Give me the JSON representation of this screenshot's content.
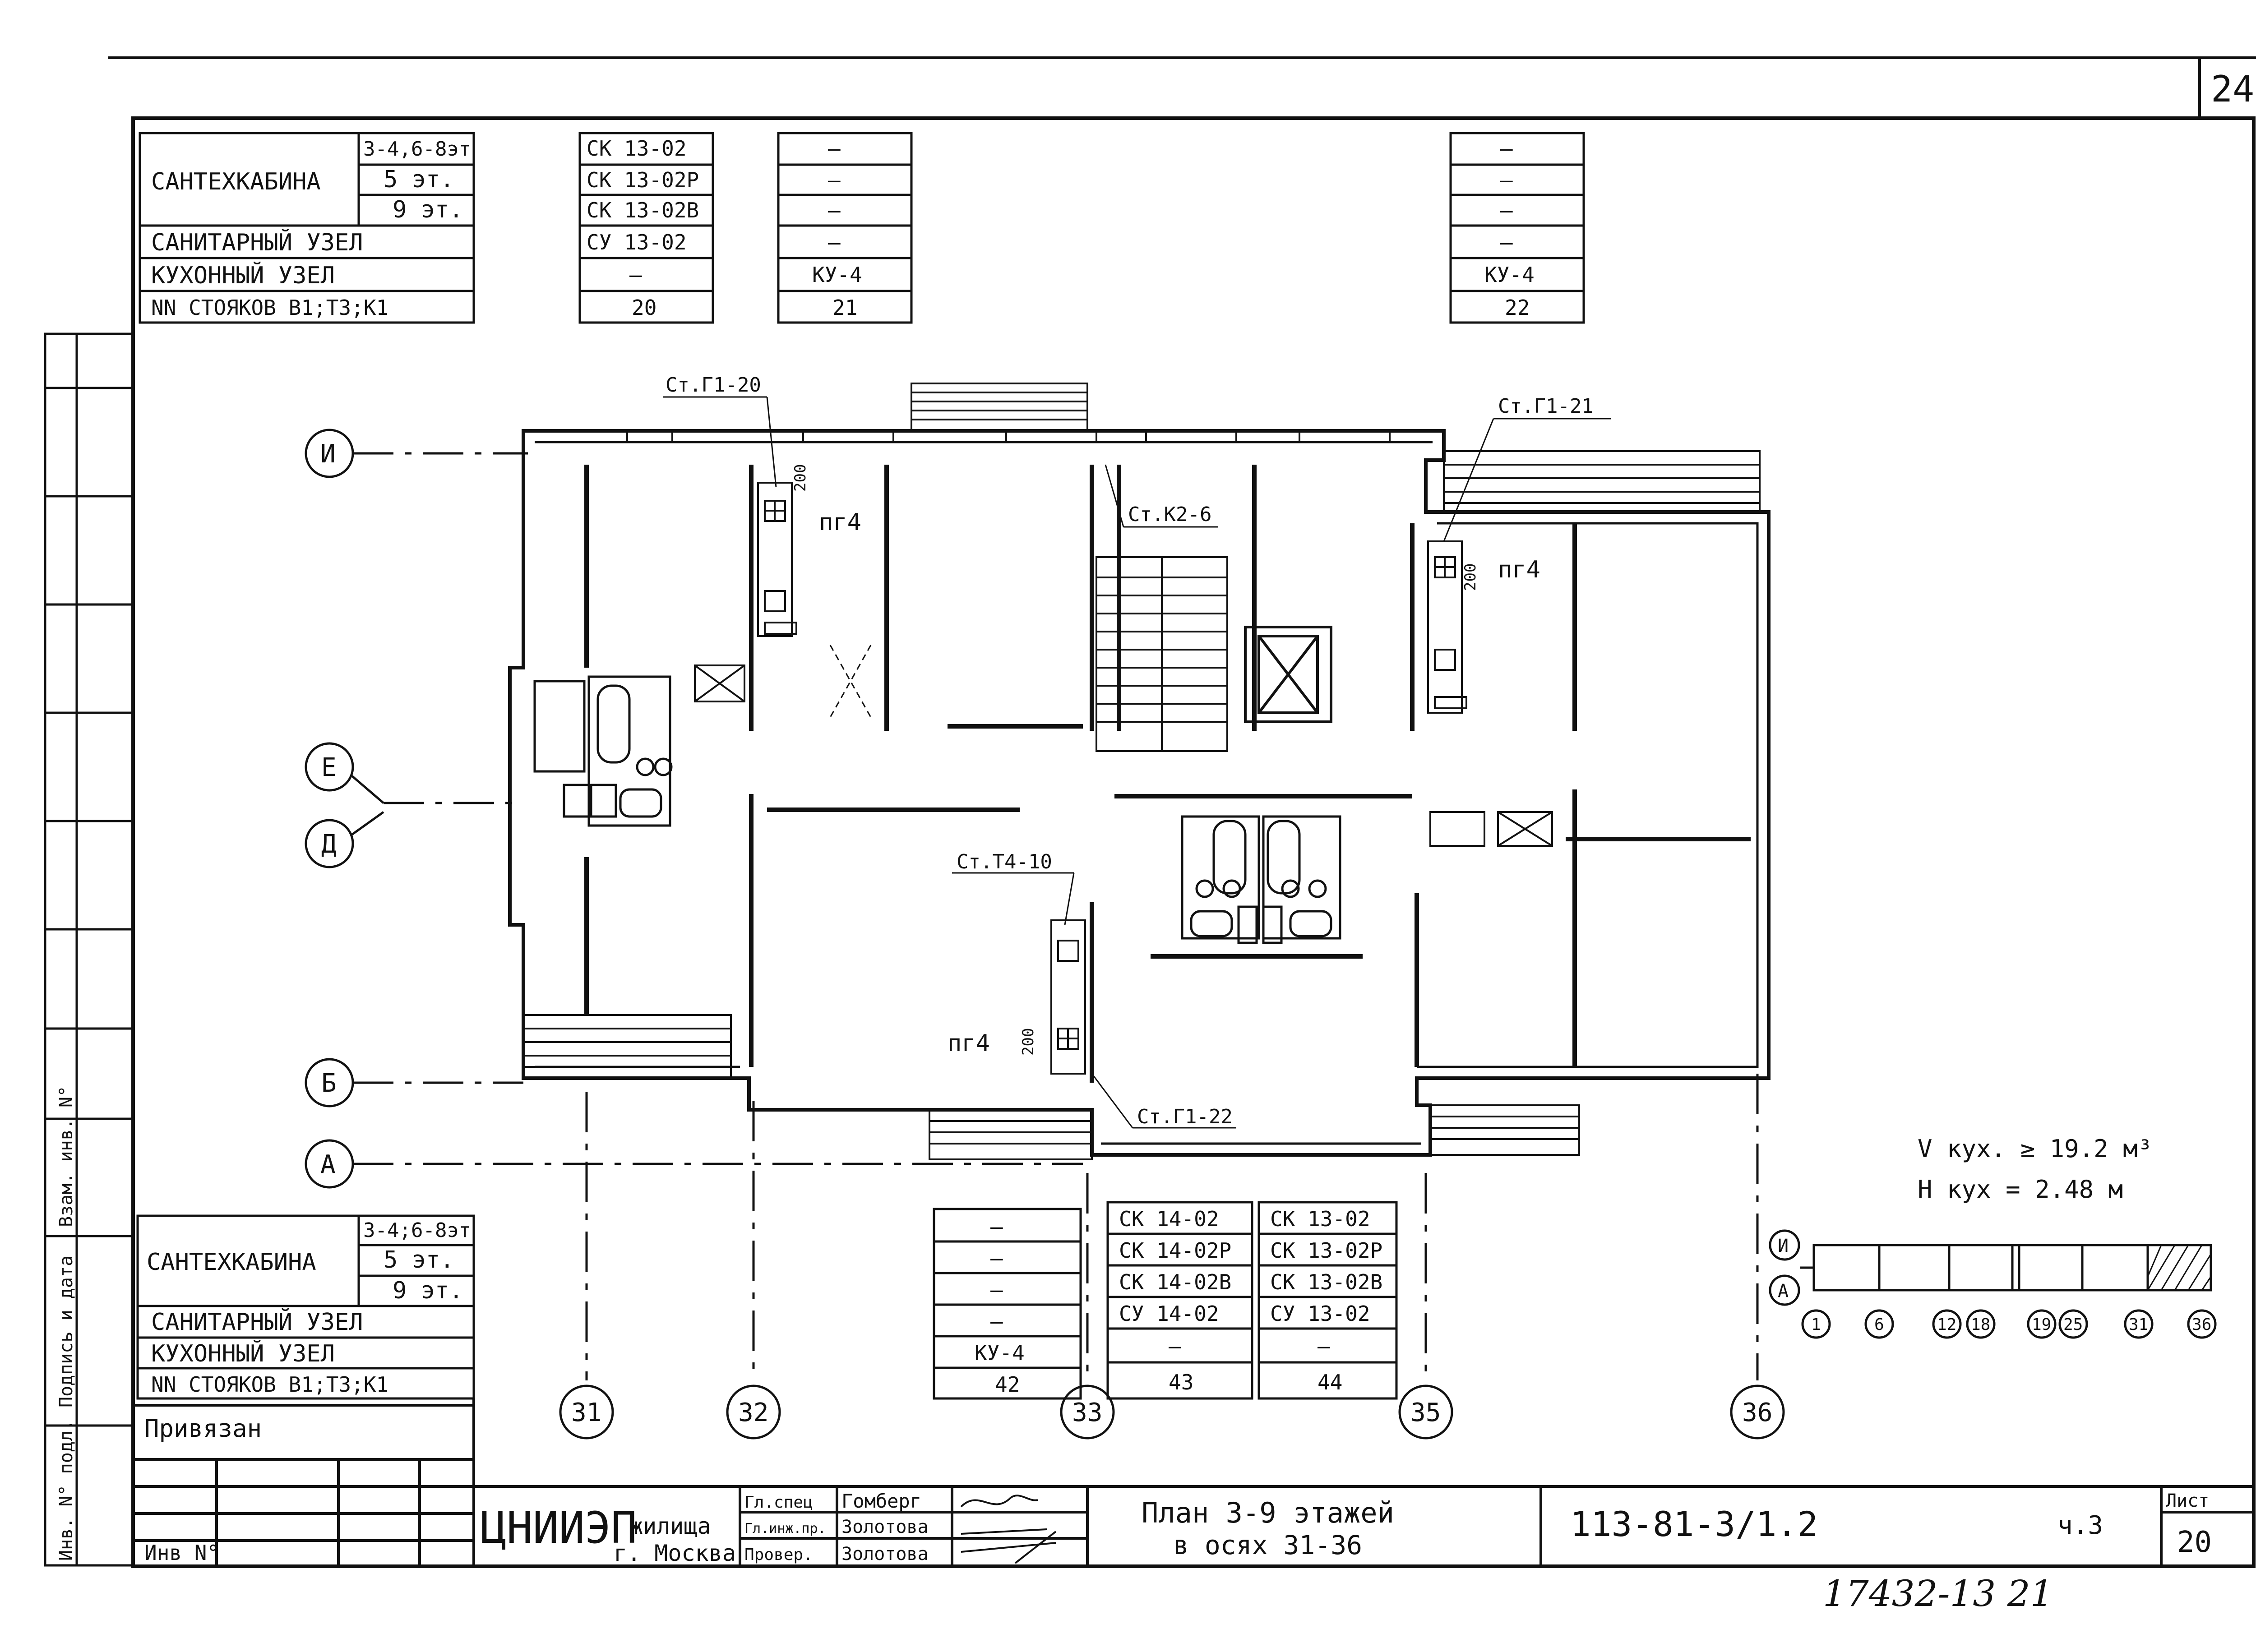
{
  "sheet_corner_number": "24",
  "tables": {
    "top_left": {
      "rows": [
        "САНТЕХКАБИНА",
        "САНИТАРНЫЙ УЗЕЛ",
        "КУХОННЫЙ УЗЕЛ",
        "NN СТОЯКОВ В1;Т3;К1"
      ],
      "floors": [
        "3-4,6-8эт",
        "5 эт.",
        "9 эт."
      ]
    },
    "top_col_20": [
      "СК 13-02",
      "СК 13-02Р",
      "СК 13-02В",
      "СУ 13-02",
      "—",
      "20"
    ],
    "top_col_21": [
      "—",
      "—",
      "—",
      "—",
      "КУ-4",
      "21"
    ],
    "top_col_22": [
      "—",
      "—",
      "—",
      "—",
      "КУ-4",
      "22"
    ],
    "bottom_left": {
      "rows": [
        "САНТЕХКАБИНА",
        "САНИТАРНЫЙ УЗЕЛ",
        "КУХОННЫЙ УЗЕЛ",
        "NN СТОЯКОВ В1;Т3;К1"
      ],
      "floors": [
        "3-4;6-8эт",
        "5 эт.",
        "9 эт."
      ]
    },
    "bottom_col_42": [
      "—",
      "—",
      "—",
      "—",
      "КУ-4",
      "42"
    ],
    "bottom_col_43": [
      "СК 14-02",
      "СК 14-02Р",
      "СК 14-02В",
      "СУ 14-02",
      "—",
      "43"
    ],
    "bottom_col_44": [
      "СК 13-02",
      "СК 13-02Р",
      "СК 13-02В",
      "СУ 13-02",
      "—",
      "44"
    ]
  },
  "plan": {
    "row_axes": [
      "И",
      "Е",
      "Д",
      "Б",
      "А"
    ],
    "col_axes": [
      "31",
      "32",
      "33",
      "35",
      "36"
    ],
    "risers": [
      "Ст.Г1-20",
      "Ст.Г1-21",
      "Ст.К2-6",
      "Ст.Т4-10",
      "Ст.Г1-22"
    ],
    "stove_label": "пг4",
    "dim_label": "200"
  },
  "volume_note": {
    "line1": "V кух. ≥ 19.2 м³",
    "line2": "H кух = 2.48 м"
  },
  "key_plan": {
    "rows": [
      "И",
      "А"
    ],
    "axes": [
      "1",
      "6",
      "12",
      "18",
      "19",
      "25",
      "31",
      "36"
    ]
  },
  "side_stamp": {
    "labels": [
      "Инв. N° подл.",
      "Подпись и дата",
      "Взам. инв. N°"
    ]
  },
  "title_block": {
    "privyazan": "Привязан",
    "inv": "Инв N°",
    "org_main": "ЦНИИЭП",
    "org_word": "жилища",
    "org_city": "г. Москва",
    "roles": [
      "Гл.спец",
      "Гл.инж.пр.",
      "Провер."
    ],
    "names": [
      "Гомберг",
      "Золотова",
      "Золотова"
    ],
    "title_line1": "План 3-9 этажей",
    "title_line2": "в осях 31-36",
    "doc_code": "113-81-3/1.2",
    "part": "ч.3",
    "sheet_label": "Лист",
    "sheet_number": "20"
  },
  "handwritten_number": "17432-13 21"
}
